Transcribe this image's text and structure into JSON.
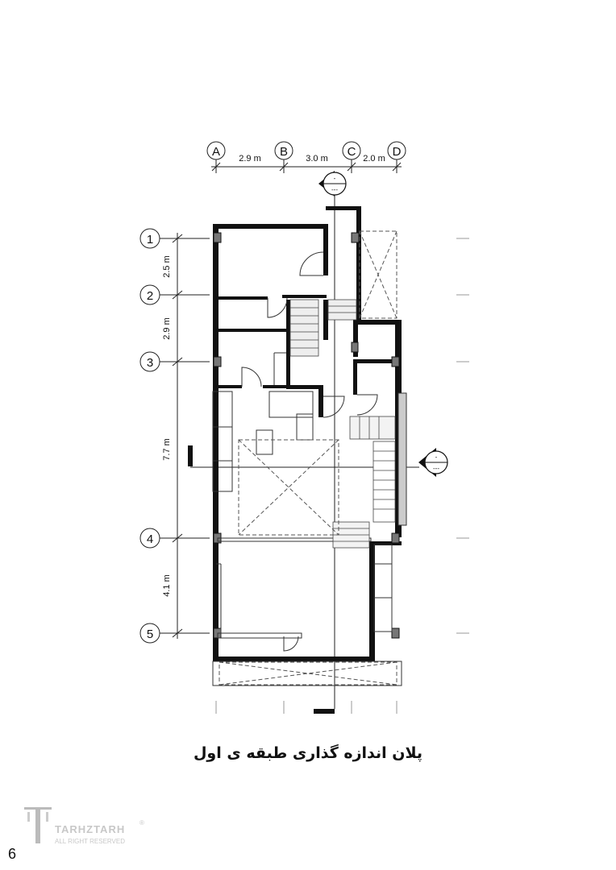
{
  "grid": {
    "columns": [
      {
        "label": "A"
      },
      {
        "label": "B"
      },
      {
        "label": "C"
      },
      {
        "label": "D"
      }
    ],
    "rows": [
      {
        "label": "1"
      },
      {
        "label": "2"
      },
      {
        "label": "3"
      },
      {
        "label": "4"
      },
      {
        "label": "5"
      }
    ],
    "column_spacings": [
      "2.9 m",
      "3.0 m",
      "2.0 m"
    ],
    "row_spacings": [
      "2.5 m",
      "2.9 m",
      "7.7 m",
      "4.1 m"
    ]
  },
  "section_markers": {
    "top": {
      "number": "-",
      "sheet": "---"
    },
    "right": {
      "number": "-",
      "sheet": "---"
    }
  },
  "caption": "پلان اندازه گذاری طبقه ی اول",
  "logo": {
    "name": "TARHZTARH",
    "tagline": "ALL RIGHT RESERVED",
    "mark": "®"
  },
  "page_number": "6"
}
